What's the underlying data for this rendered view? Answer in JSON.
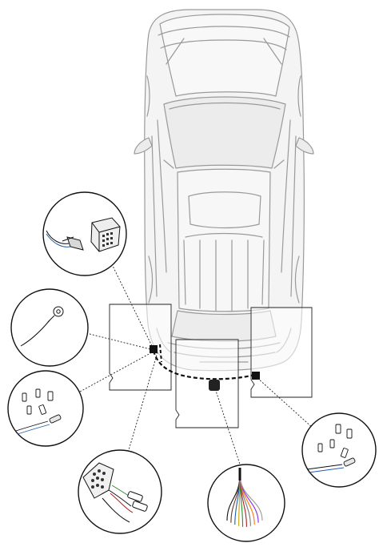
{
  "figure": {
    "subject": "vehicle-top-view-wiring-harness",
    "palette": {
      "line": "#1a1a1a",
      "car_stroke": "#9a9a9a",
      "car_fill": "#f4f4f4",
      "paper": "#ffffff",
      "harness": "#111111",
      "wire_colors": [
        "#111111",
        "#6b3a1a",
        "#1f5fae",
        "#c9a300",
        "#2e8b2e",
        "#b71c1c",
        "#7a7a7a",
        "#ff7a00",
        "#8a2be2",
        "#999999"
      ]
    },
    "callouts": [
      {
        "id": "connector-module",
        "icon": "connector-plug-and-socket-icon"
      },
      {
        "id": "ground-ring-terminal",
        "icon": "ring-terminal-icon"
      },
      {
        "id": "splice-connectors-left",
        "icon": "splice-connectors-icon"
      },
      {
        "id": "multi-pin-plug",
        "icon": "multi-pin-plug-icon"
      },
      {
        "id": "loose-wire-ends",
        "icon": "wire-bundle-icon"
      },
      {
        "id": "splice-connectors-right",
        "icon": "splice-connectors-icon"
      }
    ],
    "labels": []
  }
}
